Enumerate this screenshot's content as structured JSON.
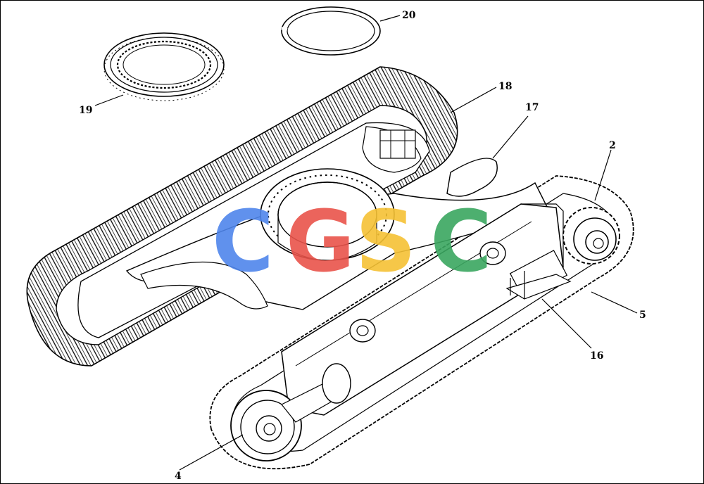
{
  "diagram": {
    "callouts": [
      {
        "id": "c20",
        "label": "20"
      },
      {
        "id": "c19",
        "label": "19"
      },
      {
        "id": "c18",
        "label": "18"
      },
      {
        "id": "c17",
        "label": "17"
      },
      {
        "id": "c2",
        "label": "2"
      },
      {
        "id": "c5",
        "label": "5"
      },
      {
        "id": "c16",
        "label": "16"
      },
      {
        "id": "c4",
        "label": "4"
      }
    ],
    "watermark": {
      "text": "CGSC",
      "colors": [
        "#4f86ec",
        "#e9544b",
        "#f6c235",
        "#3aa760"
      ]
    }
  }
}
